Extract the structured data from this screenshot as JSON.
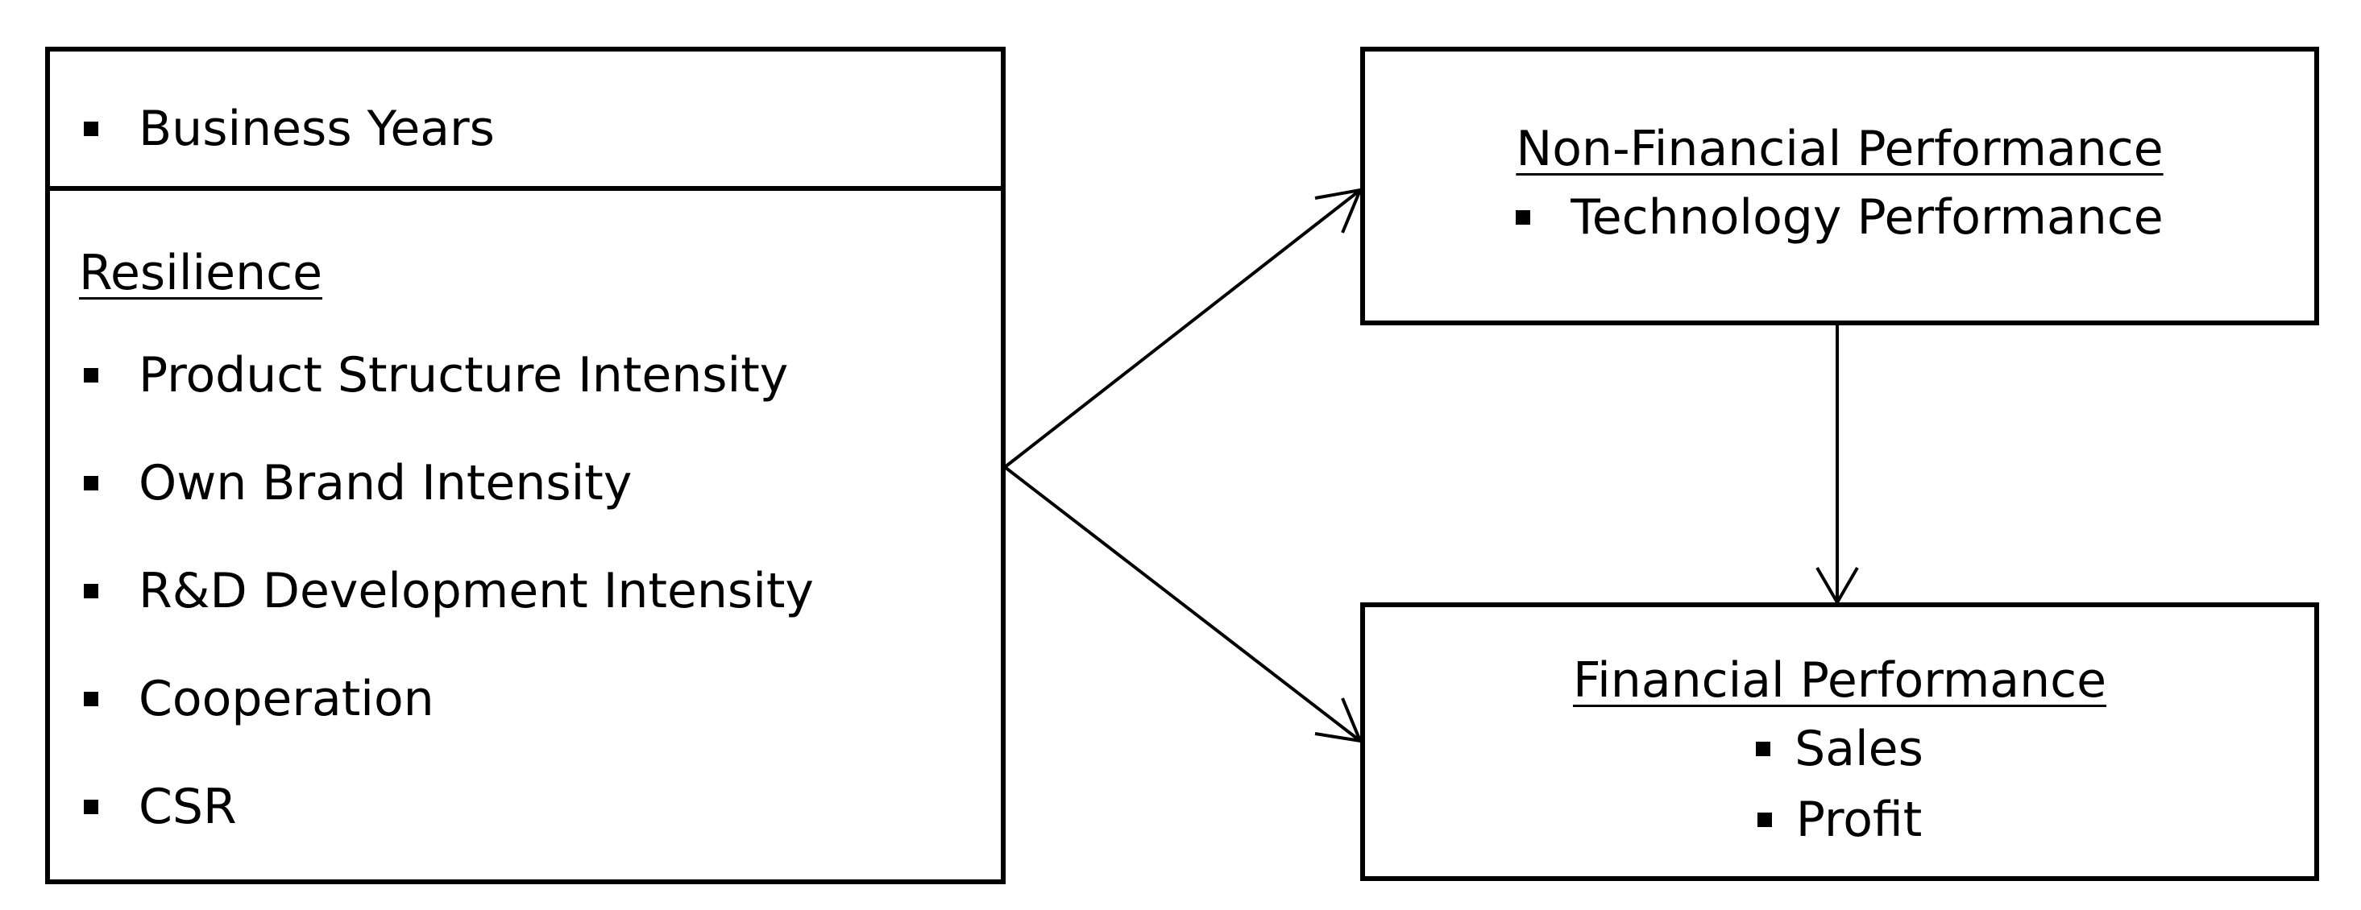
{
  "left_box": {
    "top_item": "Business Years",
    "section_title": "Resilience",
    "items": [
      "Product Structure Intensity",
      "Own Brand Intensity",
      "R&D Development Intensity",
      "Cooperation",
      "CSR"
    ]
  },
  "nonfinancial_box": {
    "title": "Non-Financial Performance",
    "items": [
      "Technology Performance"
    ]
  },
  "financial_box": {
    "title": "Financial Performance",
    "items": [
      "Sales",
      "Profit"
    ]
  }
}
